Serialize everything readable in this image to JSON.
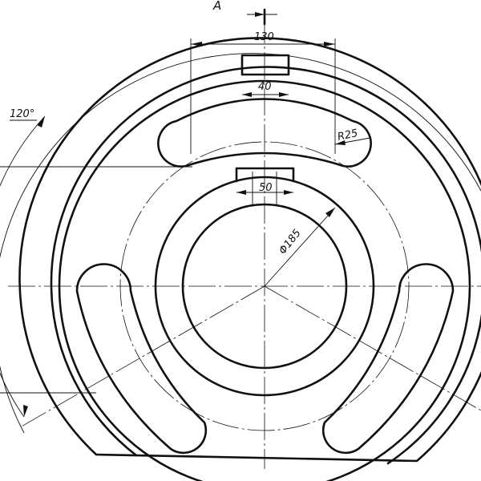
{
  "drawing": {
    "section_letter": "A",
    "dimensions": {
      "width_outer": "130",
      "width_inner": "40",
      "notch": "50",
      "fillet_radius": "R25",
      "bore_diameter": "Φ185",
      "slot_angle": "120°"
    }
  },
  "colors": {
    "paper": "#ffffff",
    "ink": "#111111"
  }
}
